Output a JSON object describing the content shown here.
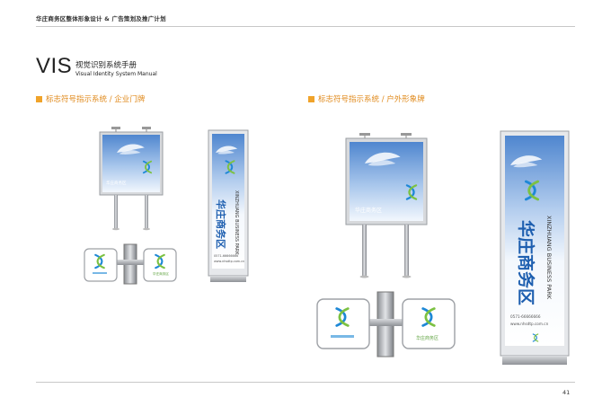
{
  "header": {
    "title": "华庄商务区整体形象设计 & 广告策划及推广计划"
  },
  "manual": {
    "vis": "VIS",
    "title_cn": "视觉识别系统手册",
    "title_en": "Visual Identity System Manual"
  },
  "sections": [
    {
      "title": "标志符号指示系统 / 企业门牌"
    },
    {
      "title": "标志符号指示系统 / 户外形象牌"
    }
  ],
  "sign": {
    "name_cn": "华庄商务区",
    "name_en": "XINZHUANG BUSINESS PARK",
    "phone": "0571-66666666",
    "url": "www.nhsdtp.com.cn"
  },
  "colors": {
    "accent": "#f0a32a",
    "logo_blue": "#1e88d6",
    "logo_green": "#7cc142"
  },
  "footer": {
    "page_number": "41"
  }
}
